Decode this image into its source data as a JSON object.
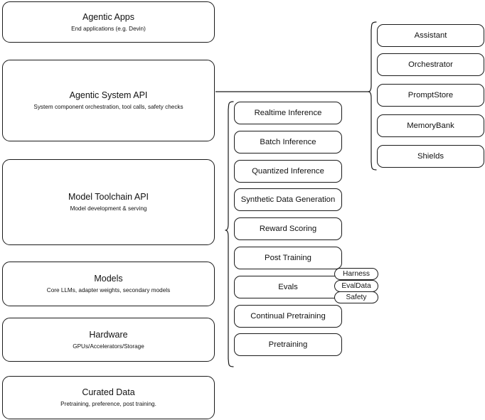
{
  "diagram": {
    "title": "AI Stack Layers Architecture Diagram",
    "stroke_color": "#1a1a1a",
    "text_color": "#111111",
    "background_color": "#ffffff"
  },
  "layers": [
    {
      "id": "agentic-apps",
      "title": "Agentic Apps",
      "subtitle": "End applications (e.g. Devin)"
    },
    {
      "id": "agentic-system-api",
      "title": "Agentic System API",
      "subtitle": "System component orchestration, tool calls, safety checks"
    },
    {
      "id": "model-toolchain-api",
      "title": "Model Toolchain API",
      "subtitle": "Model development & serving"
    },
    {
      "id": "models",
      "title": "Models",
      "subtitle": "Core LLMs, adapter weights, secondary models"
    },
    {
      "id": "hardware",
      "title": "Hardware",
      "subtitle": "GPUs/Accelerators/Storage"
    },
    {
      "id": "curated-data",
      "title": "Curated Data",
      "subtitle": "Pretraining, preference, post training."
    }
  ],
  "toolchain_components": [
    {
      "id": "realtime-inference",
      "label": "Realtime Inference"
    },
    {
      "id": "batch-inference",
      "label": "Batch Inference"
    },
    {
      "id": "quantized-inference",
      "label": "Quantized Inference"
    },
    {
      "id": "synthetic-data-generation",
      "label": "Synthetic Data Generation"
    },
    {
      "id": "reward-scoring",
      "label": "Reward Scoring"
    },
    {
      "id": "post-training",
      "label": "Post Training"
    },
    {
      "id": "evals",
      "label": "Evals"
    },
    {
      "id": "continual-pretraining",
      "label": "Continual Pretraining"
    },
    {
      "id": "pretraining",
      "label": "Pretraining"
    }
  ],
  "evals_subcomponents": [
    {
      "id": "harness",
      "label": "Harness"
    },
    {
      "id": "evaldata",
      "label": "EvalData"
    },
    {
      "id": "safety",
      "label": "Safety"
    }
  ],
  "agentic_system_components": [
    {
      "id": "assistant",
      "label": "Assistant"
    },
    {
      "id": "orchestrator",
      "label": "Orchestrator"
    },
    {
      "id": "promptstore",
      "label": "PromptStore"
    },
    {
      "id": "memorybank",
      "label": "MemoryBank"
    },
    {
      "id": "shields",
      "label": "Shields"
    }
  ],
  "connectors": [
    {
      "id": "agentic-system-to-components",
      "from": "agentic-system-api",
      "to": "agentic_system_components",
      "type": "line-and-brace"
    },
    {
      "id": "toolchain-to-components",
      "from": "model-toolchain-api",
      "to": "toolchain_components",
      "type": "brace"
    }
  ]
}
